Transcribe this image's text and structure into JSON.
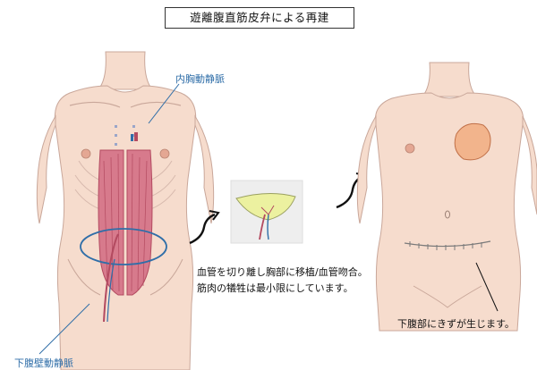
{
  "title": "遊離腹直筋皮弁による再建",
  "labels": {
    "internal_thoracic_vessels": "内胸動静脈",
    "inferior_epigastric_vessels": "下腹壁動静脈",
    "description_line1": "血管を切り離し胸部に移植/血管吻合。",
    "description_line2": "筋肉の犠牲は最小限にしています。",
    "scar_note": "下腹部にきずが生じます。"
  },
  "colors": {
    "skin": "#f6dccd",
    "skin_outline": "#c9a79a",
    "muscle": "#d77a8c",
    "muscle_dark": "#b34a60",
    "vessel_blue": "#2f6ea8",
    "flap_yellow": "#ecf1a0",
    "callout_line": "#2f6ea8"
  }
}
